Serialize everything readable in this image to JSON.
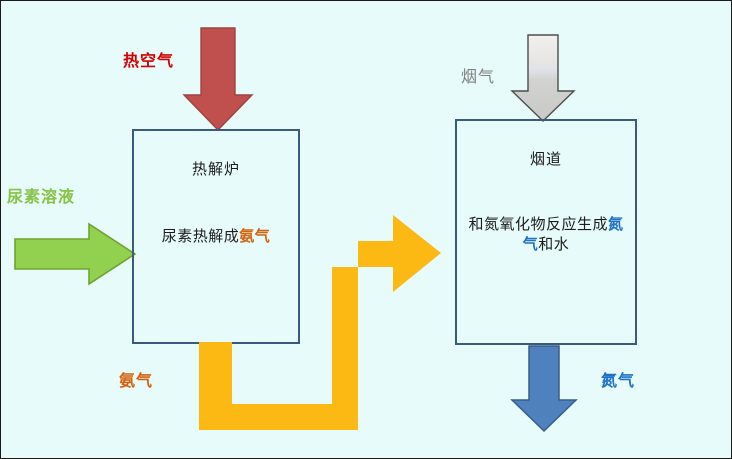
{
  "diagram": {
    "title_hidden": "",
    "background_color": "#e7fbfa",
    "units": [
      {
        "id": "pyrolysis-furnace",
        "title": "热解炉",
        "body_prefix": "尿素热解成",
        "body_highlight": "氨气",
        "body_suffix": "",
        "border_color": "#3c5a80"
      },
      {
        "id": "flue-duct",
        "title": "烟道",
        "body_prefix": "和氮氧化物反应生成",
        "body_highlight": "氮气",
        "body_suffix": "和水",
        "border_color": "#3c5a80"
      }
    ],
    "labels": {
      "hot_air": "热空气",
      "urea_solution": "尿素溶液",
      "ammonia_out": "氨气",
      "flue_gas": "烟气",
      "nitrogen_out": "氮气"
    },
    "colors": {
      "hot_air": "#d40000",
      "hot_air_arrow": "#c0504d",
      "urea_solution": "#86c446",
      "urea_arrow": "#92d050",
      "ammonia": "#d4630c",
      "ammonia_pipe": "#fcb813",
      "flue_gas": "#808080",
      "flue_gas_arrow": "#d9d9d9",
      "nitrogen": "#1f72c8",
      "nitrogen_arrow": "#4f81bd",
      "box_border": "#3c5a80",
      "background": "#e7fbfa"
    },
    "flows": [
      {
        "name": "hot-air-inlet",
        "from": "top",
        "to": "pyrolysis-furnace",
        "label": "热空气",
        "direction": "down"
      },
      {
        "name": "urea-inlet",
        "from": "left",
        "to": "pyrolysis-furnace",
        "label": "尿素溶液",
        "direction": "right"
      },
      {
        "name": "ammonia-transfer",
        "from": "pyrolysis-furnace",
        "to": "flue-duct",
        "label": "氨气",
        "direction": "down-right-up-right"
      },
      {
        "name": "flue-gas-inlet",
        "from": "top",
        "to": "flue-duct",
        "label": "烟气",
        "direction": "down"
      },
      {
        "name": "nitrogen-outlet",
        "from": "flue-duct",
        "to": "bottom",
        "label": "氮气",
        "direction": "down"
      }
    ]
  }
}
